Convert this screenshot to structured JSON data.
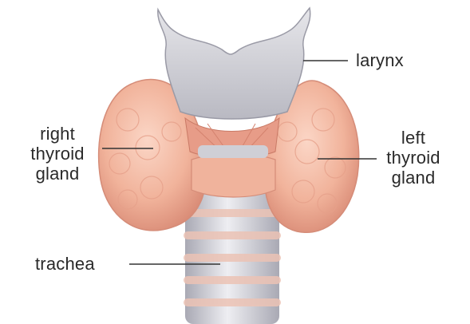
{
  "labels": {
    "larynx": "larynx",
    "right_thyroid": [
      "right",
      "thyroid",
      "gland"
    ],
    "left_thyroid": [
      "left",
      "thyroid",
      "gland"
    ],
    "trachea": "trachea"
  },
  "colors": {
    "thyroid": "#f2b8a0",
    "thyroid_shadow": "#d98b76",
    "larynx": "#d4d4d8",
    "trachea": "#cfcfd6",
    "muscle": "#e79c88",
    "leader_line": "#333333"
  }
}
